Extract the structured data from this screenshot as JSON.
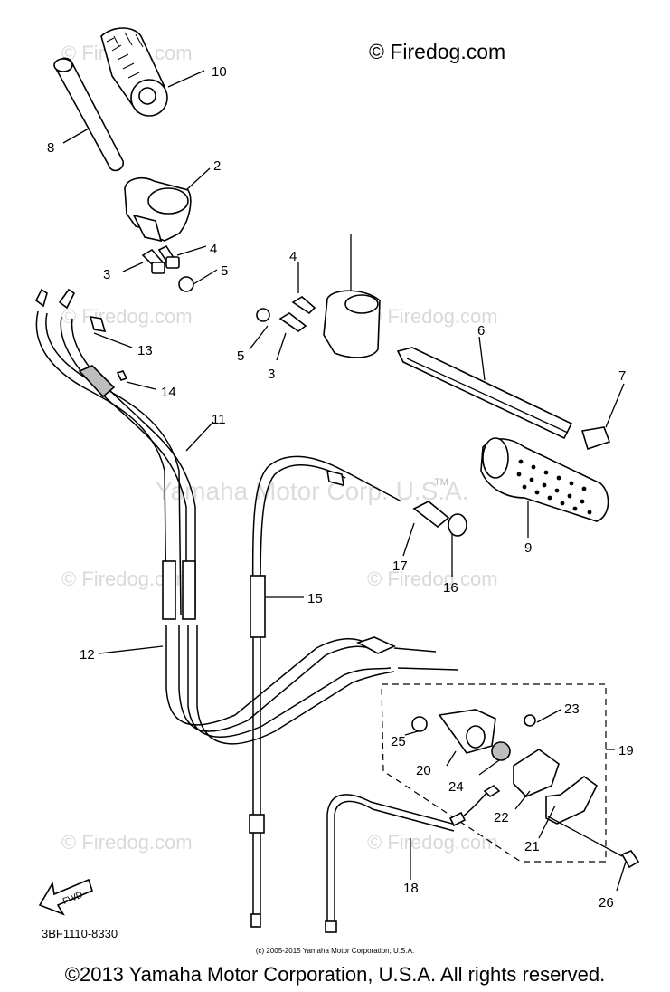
{
  "header": {
    "copyright": "© Firedog.com"
  },
  "watermarks": [
    "© Firedog.com",
    "© Firedog.com",
    "© Firedog.com",
    "© Firedog.com",
    "© Firedog.com",
    "© Firedog.com",
    "© Firedog.com",
    "© Firedog.com"
  ],
  "trademark": "Yamaha Motor Corp. U.S.A.",
  "trademark_symbol": "TM",
  "diagram_code": "3BF1110-8330",
  "fwd_label": "FWD",
  "callouts": [
    "10",
    "8",
    "2",
    "4",
    "3",
    "5",
    "4",
    "5",
    "3",
    "6",
    "7",
    "13",
    "14",
    "11",
    "15",
    "9",
    "17",
    "16",
    "12",
    "23",
    "19",
    "25",
    "20",
    "24",
    "22",
    "21",
    "18",
    "26"
  ],
  "small_copyright": "(c) 2005-2015 Yamaha Motor Corporation, U.S.A.",
  "footer": "©2013 Yamaha Motor Corporation, U.S.A. All rights reserved."
}
